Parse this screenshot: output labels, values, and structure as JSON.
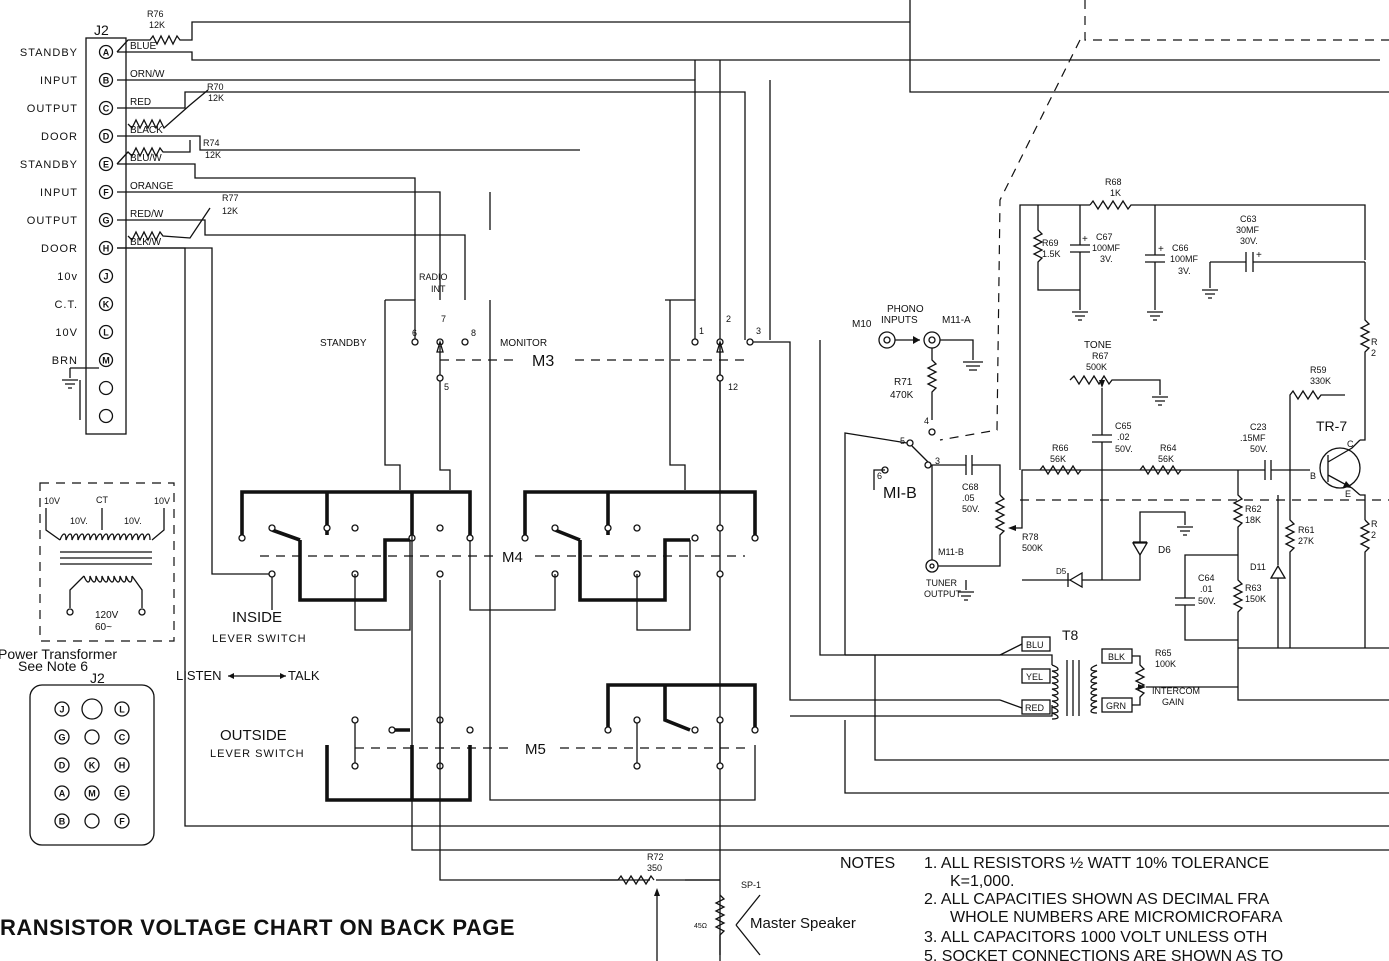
{
  "connector": {
    "id": "J2",
    "pins": [
      {
        "name": "STANDBY",
        "letter": "A",
        "wire": "BLUE"
      },
      {
        "name": "INPUT",
        "letter": "B",
        "wire": "ORN/W"
      },
      {
        "name": "OUTPUT",
        "letter": "C",
        "wire": "RED"
      },
      {
        "name": "DOOR",
        "letter": "D",
        "wire": "BLACK"
      },
      {
        "name": "STANDBY",
        "letter": "E",
        "wire": "BLU/W"
      },
      {
        "name": "INPUT",
        "letter": "F",
        "wire": "ORANGE"
      },
      {
        "name": "OUTPUT",
        "letter": "G",
        "wire": "RED/W"
      },
      {
        "name": "DOOR",
        "letter": "H",
        "wire": "BLK/W"
      },
      {
        "name": "10v",
        "letter": "J",
        "wire": ""
      },
      {
        "name": "C.T.",
        "letter": "K",
        "wire": ""
      },
      {
        "name": "10V",
        "letter": "L",
        "wire": ""
      },
      {
        "name": "BRN",
        "letter": "M",
        "wire": ""
      }
    ]
  },
  "resistors": {
    "r76": {
      "ref": "R76",
      "value": "12K"
    },
    "r70": {
      "ref": "R70",
      "value": "12K"
    },
    "r74": {
      "ref": "R74",
      "value": "12K"
    },
    "r77": {
      "ref": "R77",
      "value": "12K"
    },
    "r68": {
      "ref": "R68",
      "value": "1K"
    },
    "r69": {
      "ref": "R69",
      "value": "1.5K"
    },
    "r67": {
      "ref": "R67",
      "value": "500K",
      "label": "TONE"
    },
    "r71": {
      "ref": "R71",
      "value": "470K"
    },
    "r66": {
      "ref": "R66",
      "value": "56K"
    },
    "r64": {
      "ref": "R64",
      "value": "56K"
    },
    "r59": {
      "ref": "R59",
      "value": "330K"
    },
    "r62": {
      "ref": "R62",
      "value": "18K"
    },
    "r61": {
      "ref": "R61",
      "value": "27K"
    },
    "r63": {
      "ref": "R63",
      "value": "150K"
    },
    "r78": {
      "ref": "R78",
      "value": "500K"
    },
    "r65": {
      "ref": "R65",
      "value": "100K",
      "label1": "INTERCOM",
      "label2": "GAIN"
    },
    "r72": {
      "ref": "R72",
      "value": "350"
    }
  },
  "capacitors": {
    "c67": {
      "ref": "C67",
      "value": "100MF",
      "volt": "3V."
    },
    "c66": {
      "ref": "C66",
      "value": "100MF",
      "volt": "3V."
    },
    "c63": {
      "ref": "C63",
      "value": "30MF",
      "volt": "30V."
    },
    "c65": {
      "ref": "C65",
      "value": ".02",
      "volt": "50V."
    },
    "c23": {
      "ref": "C23",
      "value": ".15MF",
      "volt": "50V."
    },
    "c68": {
      "ref": "C68",
      "value": ".05",
      "volt": "50V."
    },
    "c64": {
      "ref": "C64",
      "value": ".01",
      "volt": "50V."
    }
  },
  "semis": {
    "d6": "D6",
    "d5": "D5",
    "d11": "D11",
    "tr7": "TR-7",
    "c": "C",
    "b": "B",
    "e": "E"
  },
  "switches": {
    "m3": "M3",
    "m4": "M4",
    "m5": "M5",
    "m1b": "MI-B",
    "radio": "RADIO",
    "int": "INT",
    "standby": "STANDBY",
    "monitor": "MONITOR",
    "inside": "INSIDE",
    "inside_sub": "LEVER SWITCH",
    "outside": "OUTSIDE",
    "outside_sub": "LEVER SWITCH",
    "listen": "LISTEN",
    "talk": "TALK",
    "contacts": [
      "6",
      "7",
      "8",
      "1",
      "2",
      "3",
      "5",
      "12",
      "4",
      "5",
      "3",
      "6"
    ]
  },
  "jacks": {
    "m10": "M10",
    "phono1": "PHONO",
    "phono2": "INPUTS",
    "m11a": "M11-A",
    "m11b": "M11-B",
    "tuner1": "TUNER",
    "tuner2": "OUTPUT"
  },
  "transformer_t8": {
    "ref": "T8",
    "blu": "BLU",
    "yel": "YEL",
    "red": "RED",
    "blk": "BLK",
    "grn": "GRN"
  },
  "power_transformer": {
    "label1": "Power Transformer",
    "label2": "See Note 6",
    "sec_left": "10V",
    "sec_ct": "CT",
    "sec_right": "10V",
    "tap_left": "10V.",
    "tap_right": "10V.",
    "primary": "120V",
    "freq": "60~"
  },
  "socket": {
    "title": "J2",
    "grid": [
      [
        "J",
        "",
        "L"
      ],
      [
        "G",
        "",
        "C"
      ],
      [
        "D",
        "K",
        "H"
      ],
      [
        "A",
        "M",
        "E"
      ],
      [
        "B",
        "",
        "F"
      ]
    ]
  },
  "speaker": {
    "ref": "SP-1",
    "imp": "45Ω",
    "name": "Master Speaker"
  },
  "notes": {
    "heading": "NOTES",
    "items": [
      "1. ALL RESISTORS ½ WATT 10% TOLERANCE",
      "K=1,000.",
      "2. ALL CAPACITIES SHOWN AS DECIMAL FRA",
      "WHOLE NUMBERS ARE MICROMICROFARA",
      "3. ALL CAPACITORS 1000 VOLT UNLESS OTH",
      "5. SOCKET CONNECTIONS ARE SHOWN AS TO"
    ]
  },
  "footer": {
    "chart_ref": "RANSISTOR VOLTAGE CHART ON BACK PAGE"
  },
  "edge_labels": {
    "r_top": "R",
    "r_top_v": "2",
    "r_bot": "R",
    "r_bot_v": "2"
  }
}
